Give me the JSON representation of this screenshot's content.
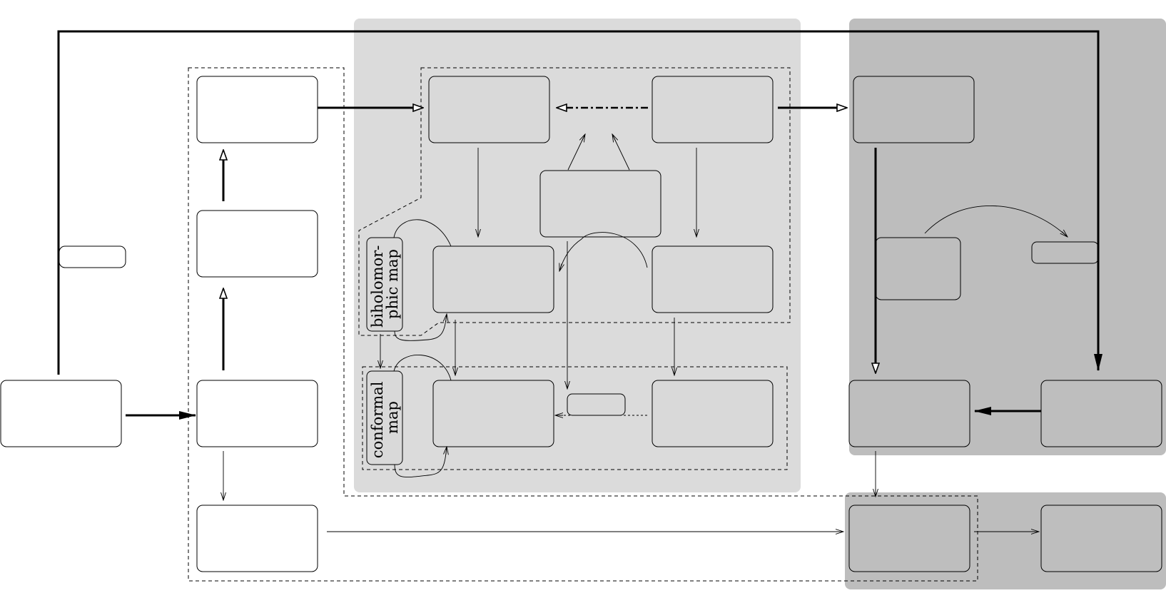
{
  "labels": {
    "biholomorphic_map": [
      "biholomor-",
      "phic map"
    ],
    "conformal_map": [
      "conformal",
      "map"
    ]
  },
  "colors": {
    "light_region": "#dbdbdb",
    "dark_region": "#bdbdbd",
    "light_node": "#d9d9d9",
    "dark_node": "#bebebe"
  }
}
